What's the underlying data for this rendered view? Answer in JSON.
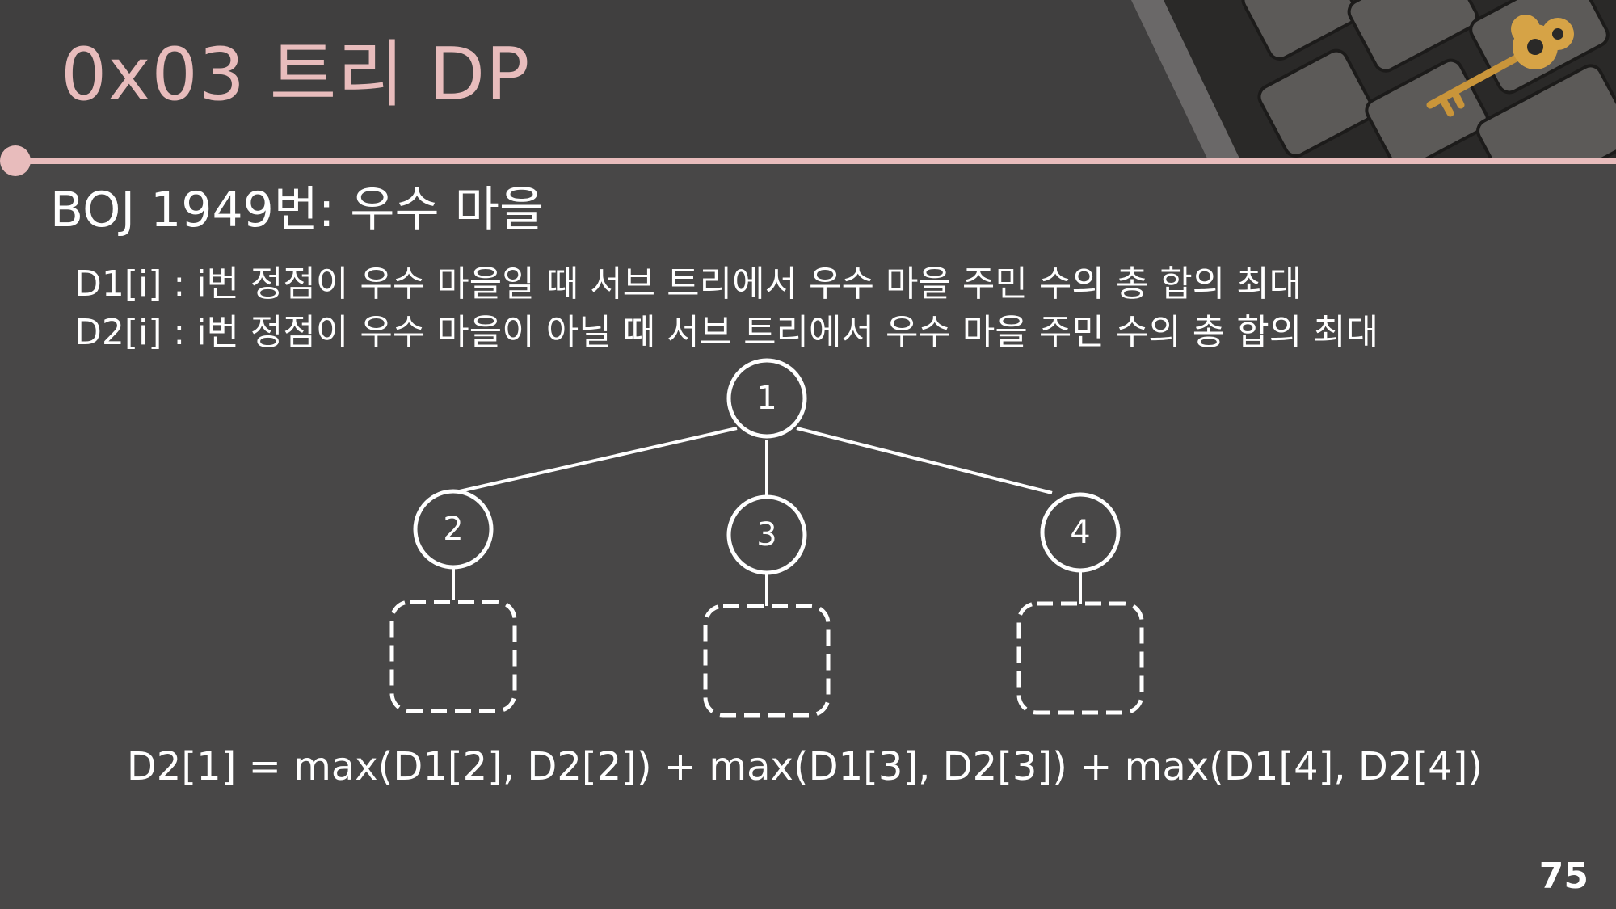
{
  "header": {
    "title": "0x03  트리 DP"
  },
  "slide": {
    "subtitle": "BOJ 1949번: 우수 마을",
    "definitions": [
      "D1[i] : i번 정점이 우수 마을일 때 서브 트리에서 우수 마을 주민 수의 총 합의 최대",
      "D2[i] : i번 정점이 우수 마을이 아닐 때 서브 트리에서 우수 마을 주민 수의 총 합의 최대"
    ],
    "formula": "D2[1] = max(D1[2], D2[2]) + max(D1[3], D2[3]) + max(D1[4], D2[4])",
    "page_number": "75"
  },
  "tree": {
    "root": "1",
    "children": [
      "2",
      "3",
      "4"
    ]
  },
  "colors": {
    "background": "#484747",
    "header_background": "#403f3f",
    "accent": "#e8bcbc",
    "text": "#ffffff"
  },
  "icons": {
    "header_image": "keyboard-key-icon"
  }
}
